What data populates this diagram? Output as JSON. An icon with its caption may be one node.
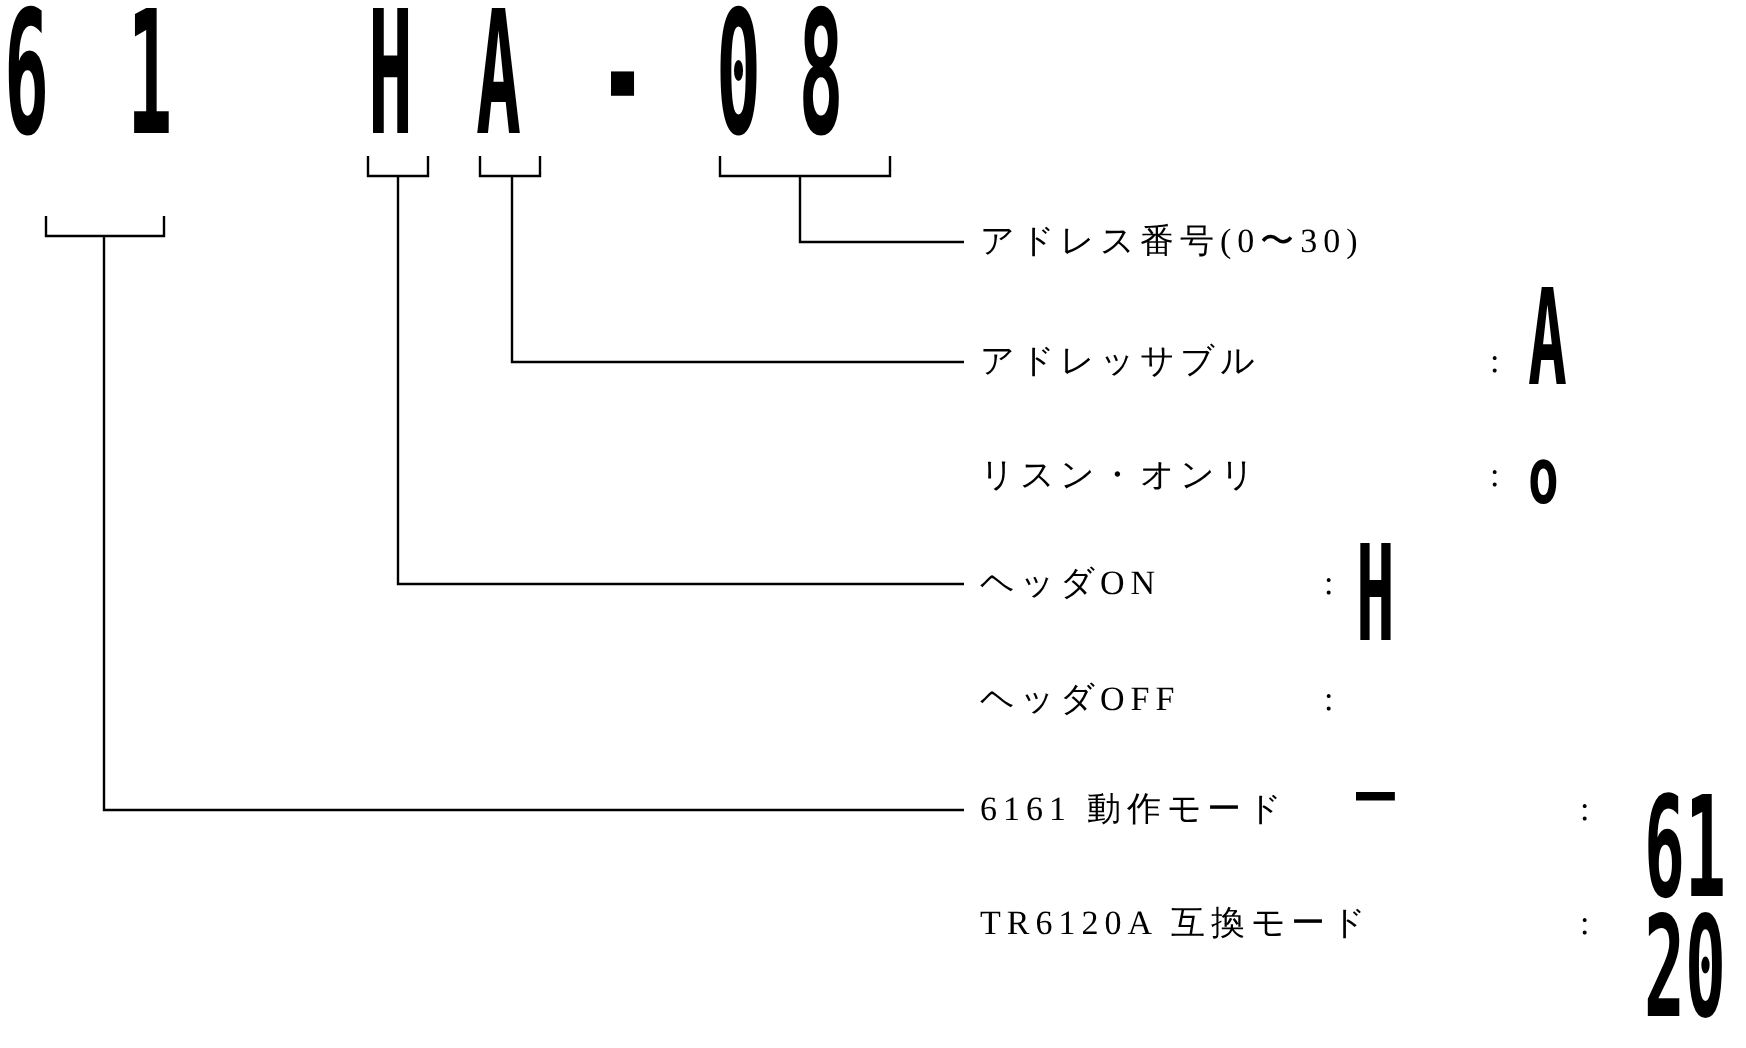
{
  "diagram": {
    "nodes": [
      {
        "text": [
          "61"
        ]
      },
      {
        "text": [
          "H"
        ]
      },
      {
        "text": [
          "A"
        ]
      },
      {
        "text": [
          "08"
        ]
      },
      {
        "text": [
          "アドレス番号(0〜30)"
        ]
      },
      {
        "text": [
          "アドレッサブル"
        ],
        "beside": [
          ":",
          "A"
        ]
      },
      {
        "text": [
          "ヘッダON"
        ],
        "beside": [
          ":",
          "H"
        ]
      },
      {
        "text": [
          "6161 動作モード"
        ],
        "beside": [
          ":",
          "61"
        ]
      }
    ],
    "edges": [
      {
        "from": 3,
        "to": 4,
        "arrow": "none"
      },
      {
        "from": 2,
        "to": 5,
        "arrow": "none"
      },
      {
        "from": 1,
        "to": 6,
        "arrow": "none"
      },
      {
        "from": 0,
        "to": 7,
        "arrow": "none"
      }
    ],
    "labels": [
      "-",
      "リスン・オンリ",
      ":",
      "o",
      "ヘッダOFF",
      ":",
      "_",
      "TR6120A 互換モード",
      ":",
      "20"
    ]
  }
}
